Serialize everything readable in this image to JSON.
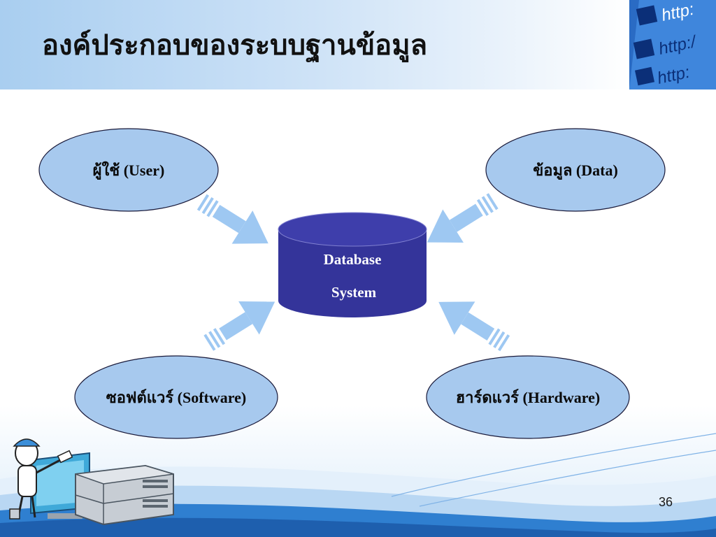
{
  "slide": {
    "title": "องค์ประกอบของระบบฐานข้อมูล",
    "slide_number": "36",
    "corner_image_text": [
      "http:",
      "http:/",
      "http:"
    ]
  },
  "diagram": {
    "center": {
      "lines": [
        "Database",
        "System"
      ]
    },
    "nodes": [
      {
        "label": "ผู้ใช้ (User)"
      },
      {
        "label": "ข้อมูล (Data)"
      },
      {
        "label": "ซอฟต์แวร์ (Software)"
      },
      {
        "label": "ฮาร์ดแวร์ (Hardware)"
      }
    ]
  },
  "colors": {
    "node_fill": "#a7c9ee",
    "node_stroke": "#1a1a3a",
    "cylinder_fill": "#34349a",
    "arrow_fill": "#9ec8f2",
    "header_blue": "#a9cef0"
  }
}
